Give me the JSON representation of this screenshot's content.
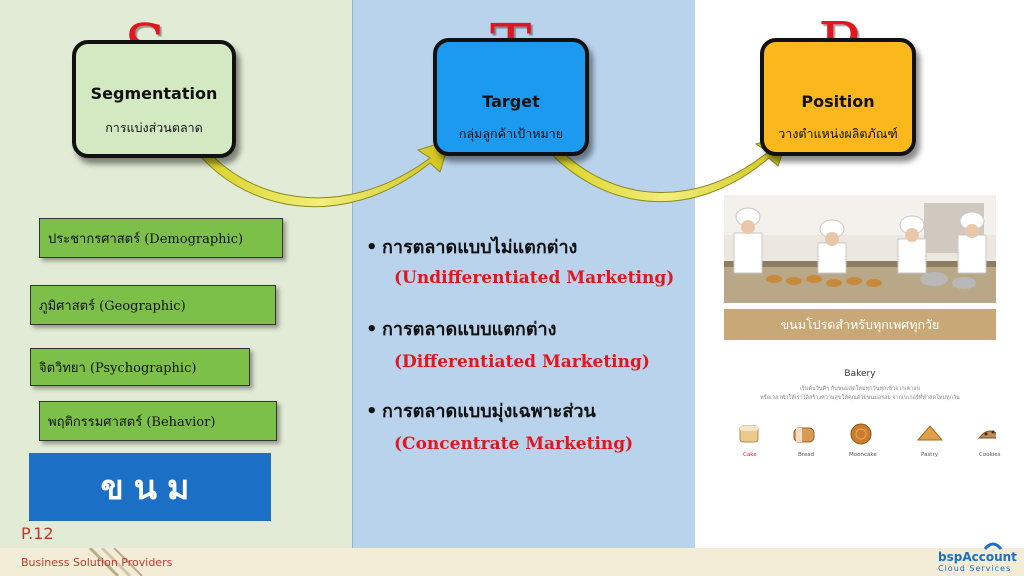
{
  "segmentation": {
    "letter": "S",
    "title": "Segmentation",
    "subtitle": "การแบ่งส่วนตลาด",
    "items": [
      "ประชากรศาสตร์ (Demographic)",
      "ภูมิศาสตร์ (Geographic)",
      "จิตวิทยา (Psychographic)",
      "พฤติกรรมศาสตร์ (Behavior)"
    ],
    "product": "ขนม"
  },
  "target": {
    "letter": "T",
    "title": "Target",
    "subtitle": "กลุ่มลูกค้าเป้าหมาย",
    "bullets": [
      {
        "thai": "การตลาดแบบไม่แตกต่าง",
        "eng": "(Undifferentiated Marketing)"
      },
      {
        "thai": "การตลาดแบบแตกต่าง",
        "eng": "(Differentiated Marketing)"
      },
      {
        "thai": "การตลาดแบบมุ่งเฉพาะส่วน",
        "eng": "(Concentrate Marketing)"
      }
    ]
  },
  "position": {
    "letter": "P",
    "title": "Position",
    "subtitle": "วางตำแหน่งผลิตภัณฑ์",
    "banner": "ขนมโปรดสำหรับทุกเพศทุกวัย",
    "bakery": {
      "heading": "Bakery",
      "desc1": "เริ่มต้นวันดีๆ กับขนมสดใหม่ทุกวันทุกเช้าจากเตาอบ",
      "desc2": "หรือเวลาพักให้เราได้สร้างความสุขให้คุณด้วยขนมอร่อย จากเบเกอรี่ที่ทำสดใหม่ทุกวัน",
      "categories": [
        "Cake",
        "Bread",
        "Mooncake",
        "Pastry",
        "Cookies"
      ]
    }
  },
  "footer": {
    "page": "P.12",
    "tagline": "Business Solution Providers",
    "brand_a": "bsp",
    "brand_b": "Account",
    "brand_sub": "Cloud Services"
  },
  "colors": {
    "accent_red": "#e3161f",
    "seg_green": "#7cc04a",
    "target_blue": "#1b9af0",
    "position_yellow": "#fbb81c",
    "product_blue": "#1b6fc4",
    "banner_brown": "#c9a877"
  }
}
